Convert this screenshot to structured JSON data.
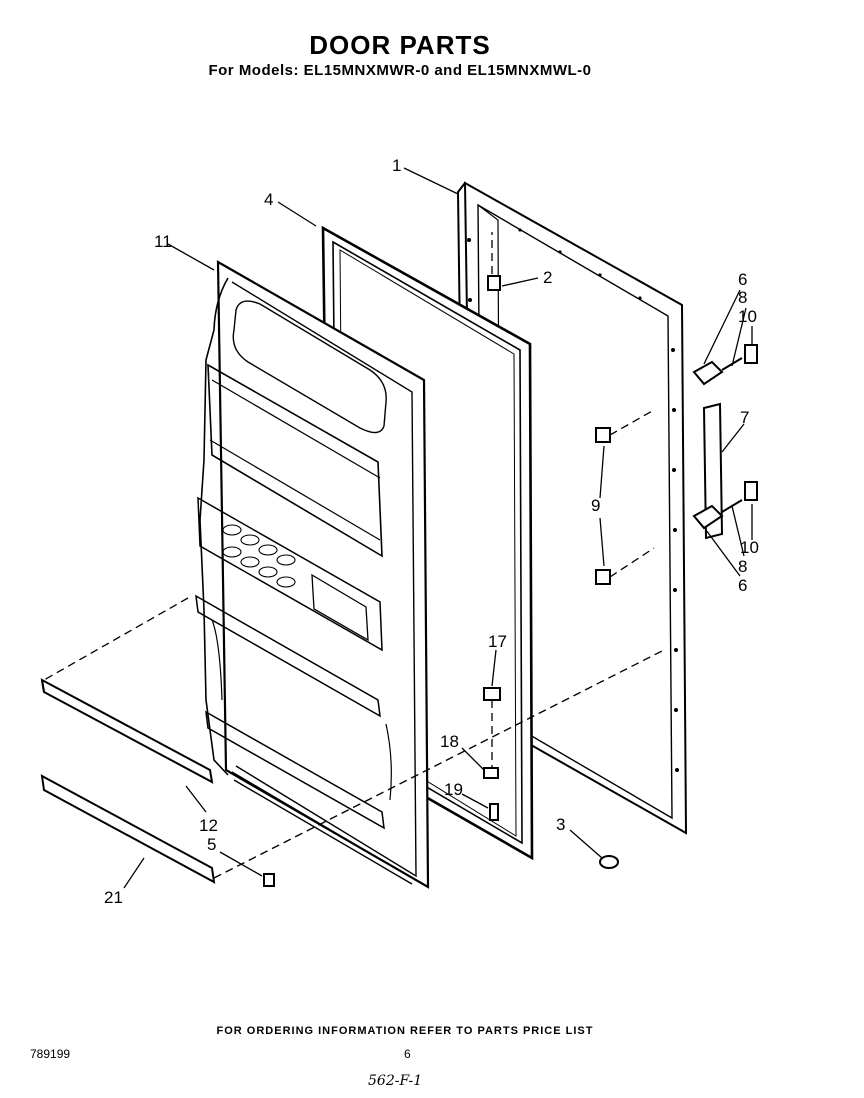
{
  "header": {
    "title": "DOOR PARTS",
    "subtitle": "For Models: EL15MNXMWR-0 and EL15MNXMWL-0"
  },
  "callouts": [
    {
      "id": "1",
      "label": "1"
    },
    {
      "id": "2",
      "label": "2"
    },
    {
      "id": "3",
      "label": "3"
    },
    {
      "id": "4",
      "label": "4"
    },
    {
      "id": "5",
      "label": "5"
    },
    {
      "id": "6a",
      "label": "6"
    },
    {
      "id": "8a",
      "label": "8"
    },
    {
      "id": "10a",
      "label": "10"
    },
    {
      "id": "7",
      "label": "7"
    },
    {
      "id": "9",
      "label": "9"
    },
    {
      "id": "10b",
      "label": "10"
    },
    {
      "id": "8b",
      "label": "8"
    },
    {
      "id": "6b",
      "label": "6"
    },
    {
      "id": "11",
      "label": "11"
    },
    {
      "id": "12",
      "label": "12"
    },
    {
      "id": "17",
      "label": "17"
    },
    {
      "id": "18",
      "label": "18"
    },
    {
      "id": "19",
      "label": "19"
    },
    {
      "id": "21",
      "label": "21"
    }
  ],
  "footer": {
    "ordering_note": "FOR ORDERING INFORMATION REFER TO PARTS PRICE LIST",
    "doc_number": "789199",
    "page_number": "6",
    "handwritten_note": "562-F-1"
  }
}
